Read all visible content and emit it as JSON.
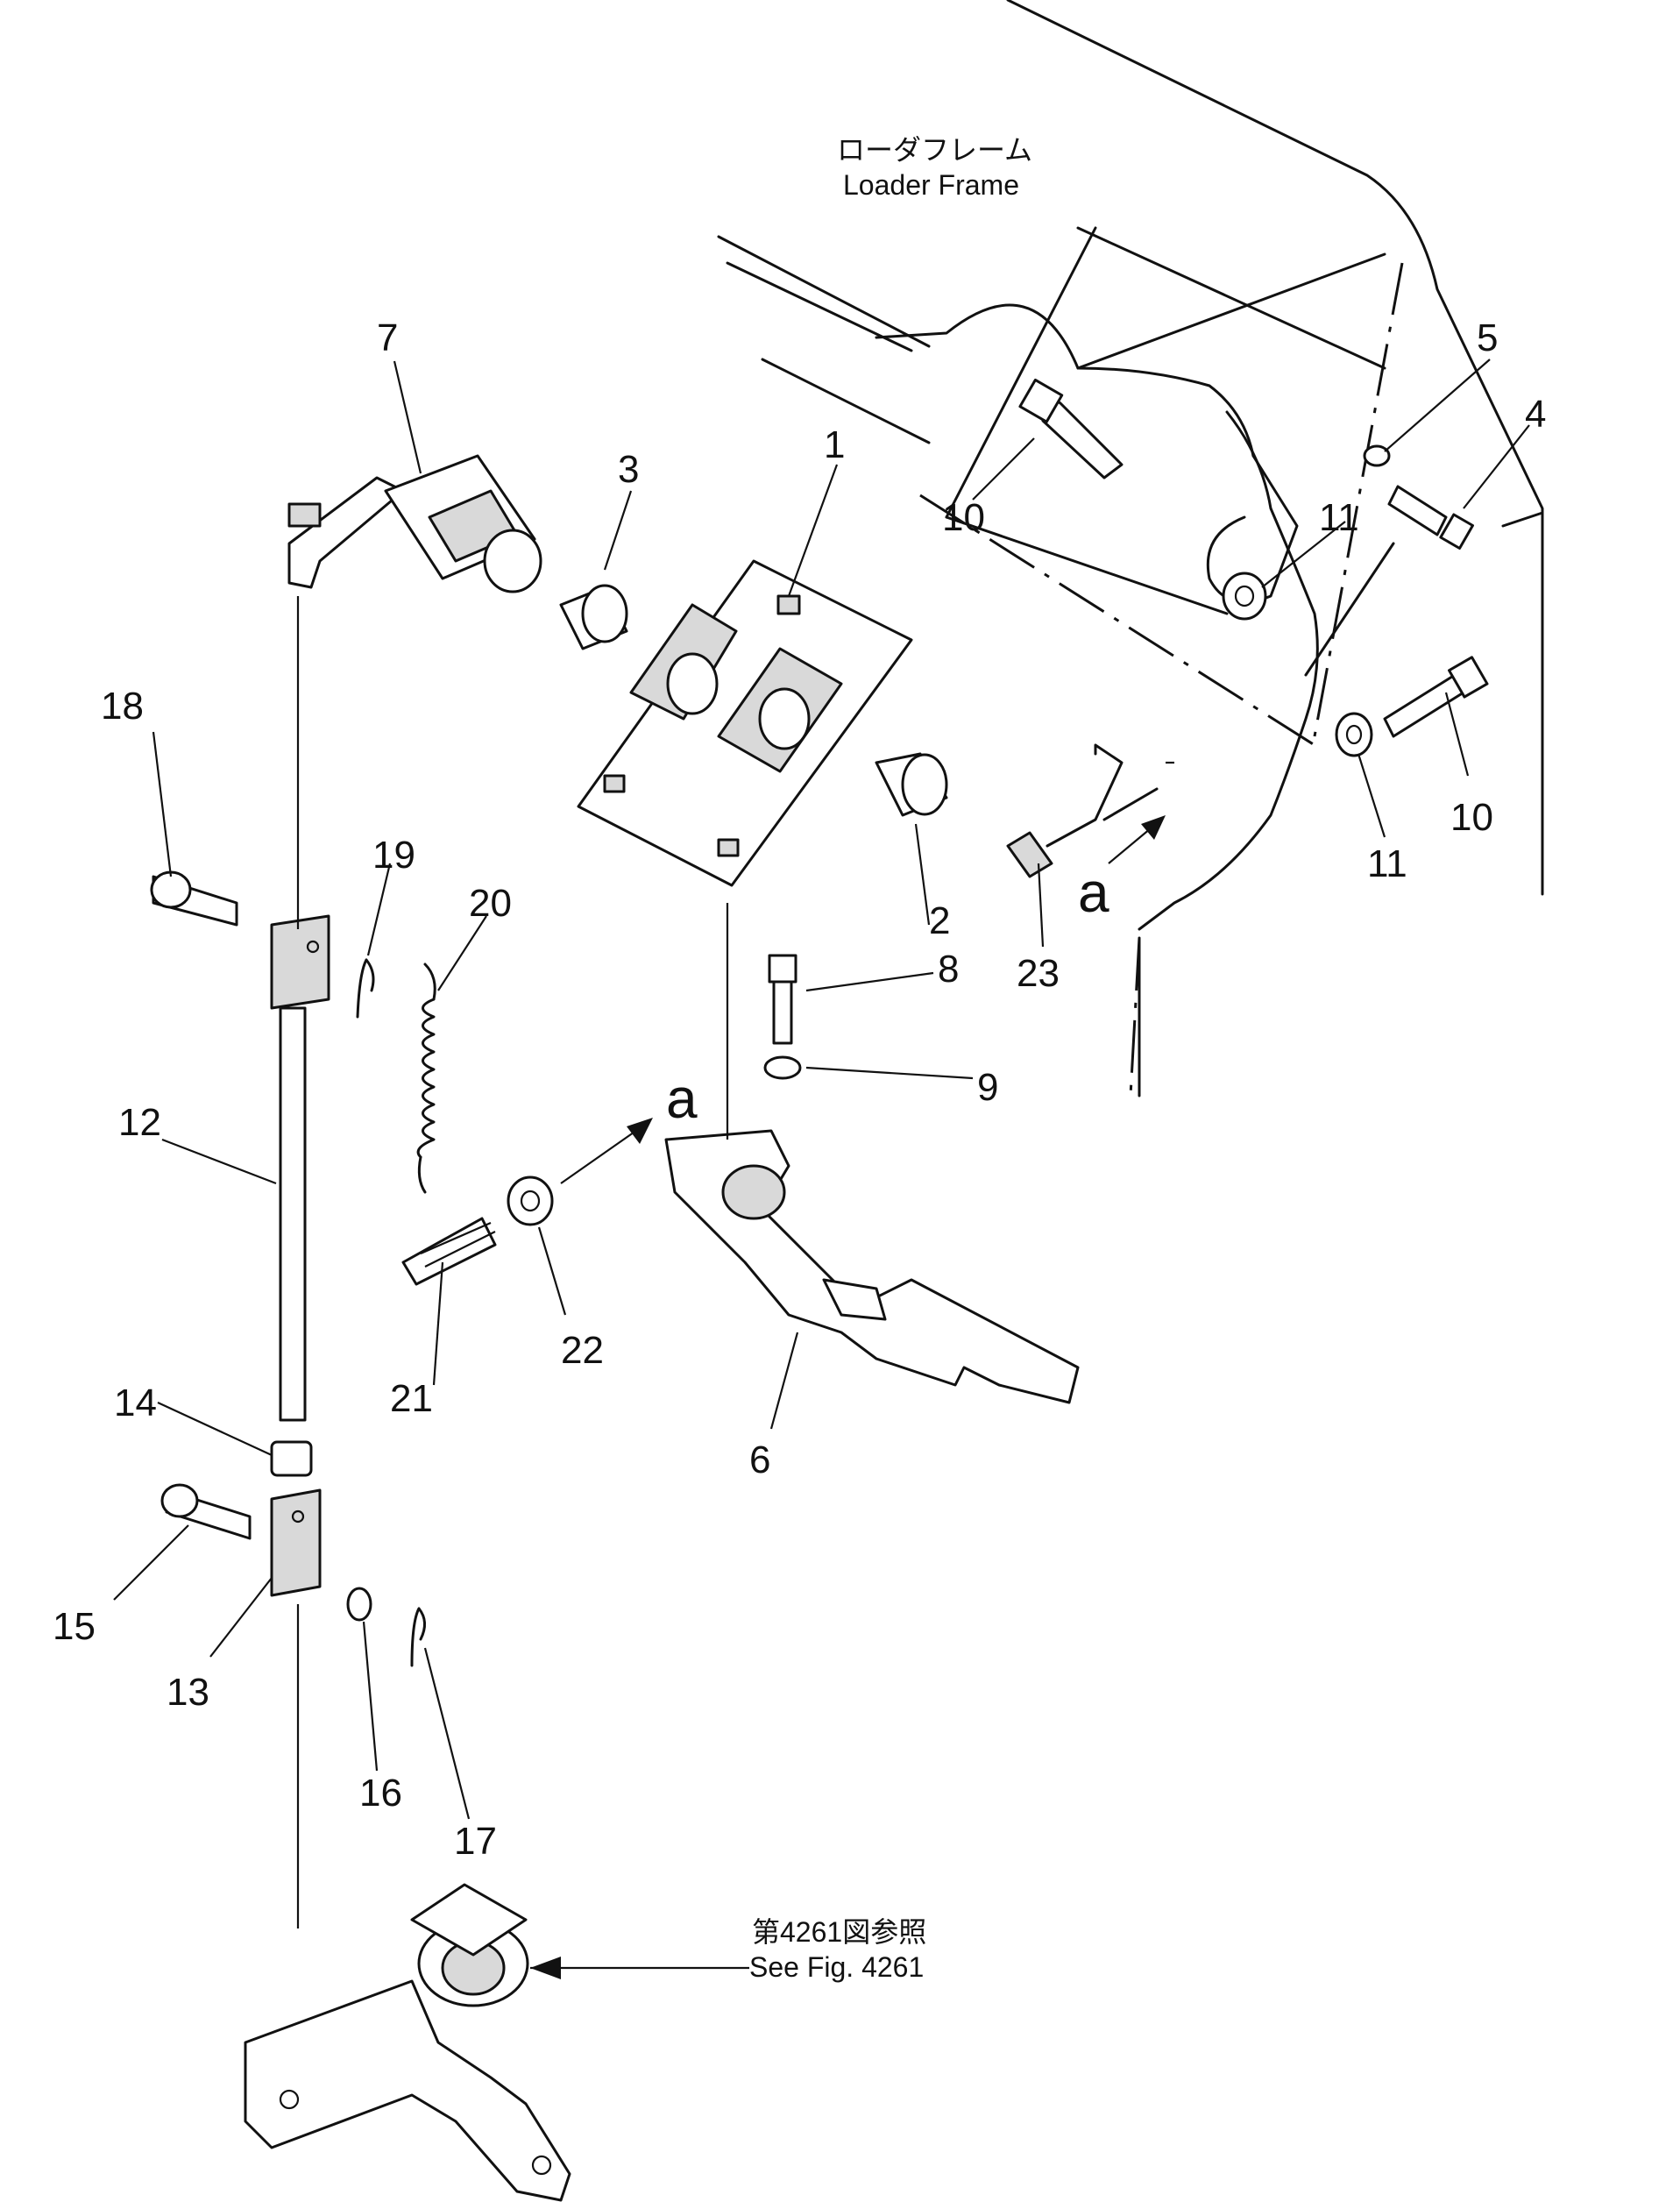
{
  "labels": {
    "loader_frame_jp": "ローダフレーム",
    "loader_frame_en": "Loader Frame",
    "see_fig_jp": "第4261図参照",
    "see_fig_en": "See Fig. 4261",
    "marker_a": "a"
  },
  "parts": [
    "1",
    "2",
    "3",
    "4",
    "5",
    "6",
    "7",
    "8",
    "9",
    "10",
    "10",
    "11",
    "11",
    "12",
    "13",
    "14",
    "15",
    "16",
    "17",
    "18",
    "19",
    "20",
    "21",
    "22",
    "23"
  ]
}
